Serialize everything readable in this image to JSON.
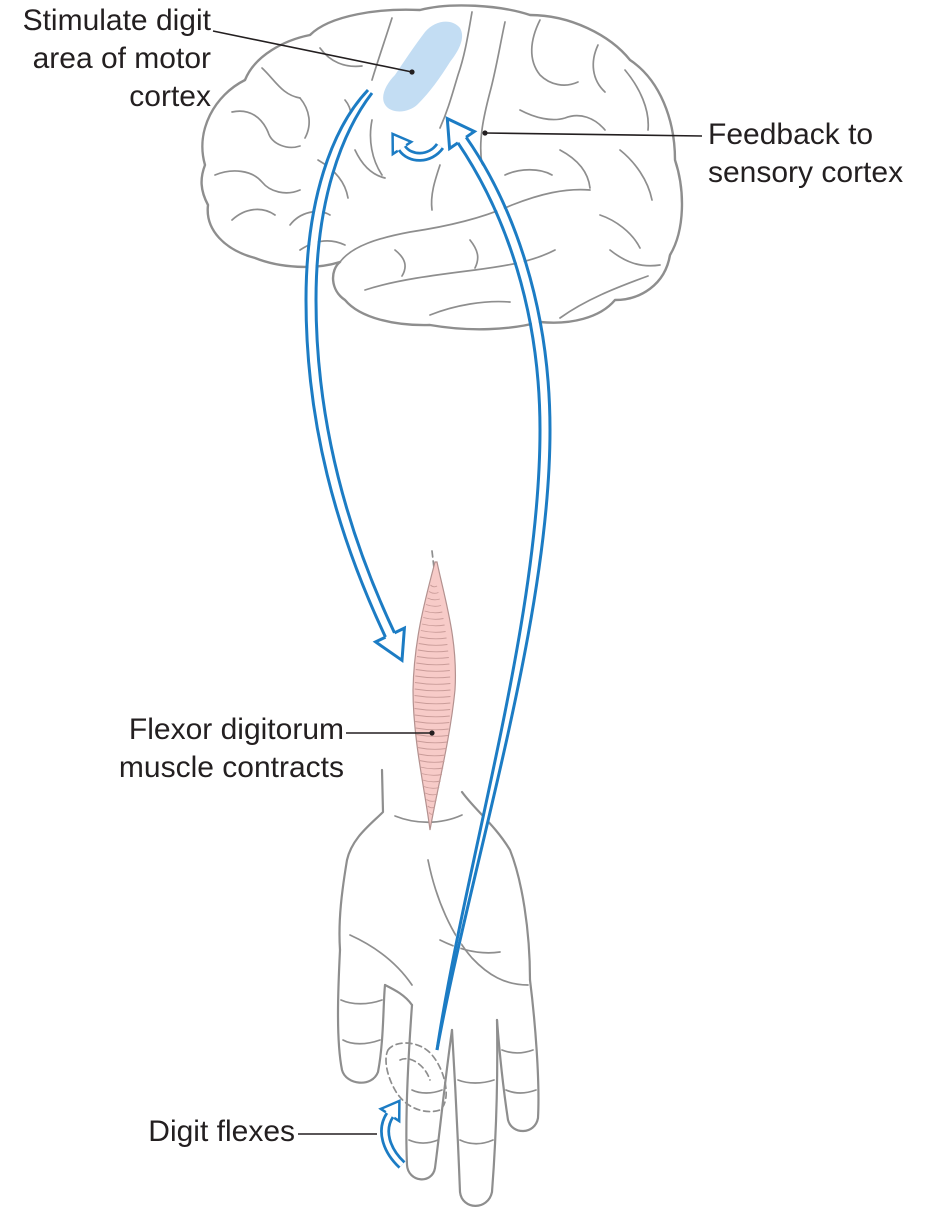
{
  "labels": {
    "motor_cortex": [
      "Stimulate digit",
      "area of motor",
      "cortex"
    ],
    "feedback": [
      "Feedback to",
      "sensory cortex"
    ],
    "muscle": [
      "Flexor digitorum",
      "muscle contracts"
    ],
    "digit": [
      "Digit flexes"
    ]
  },
  "colors": {
    "arrow": "#1c7cc4",
    "motor_cortex_highlight": "#c3ddf3",
    "muscle": "#f7cbc8",
    "outline": "#8e8e8e",
    "text": "#231f20"
  }
}
